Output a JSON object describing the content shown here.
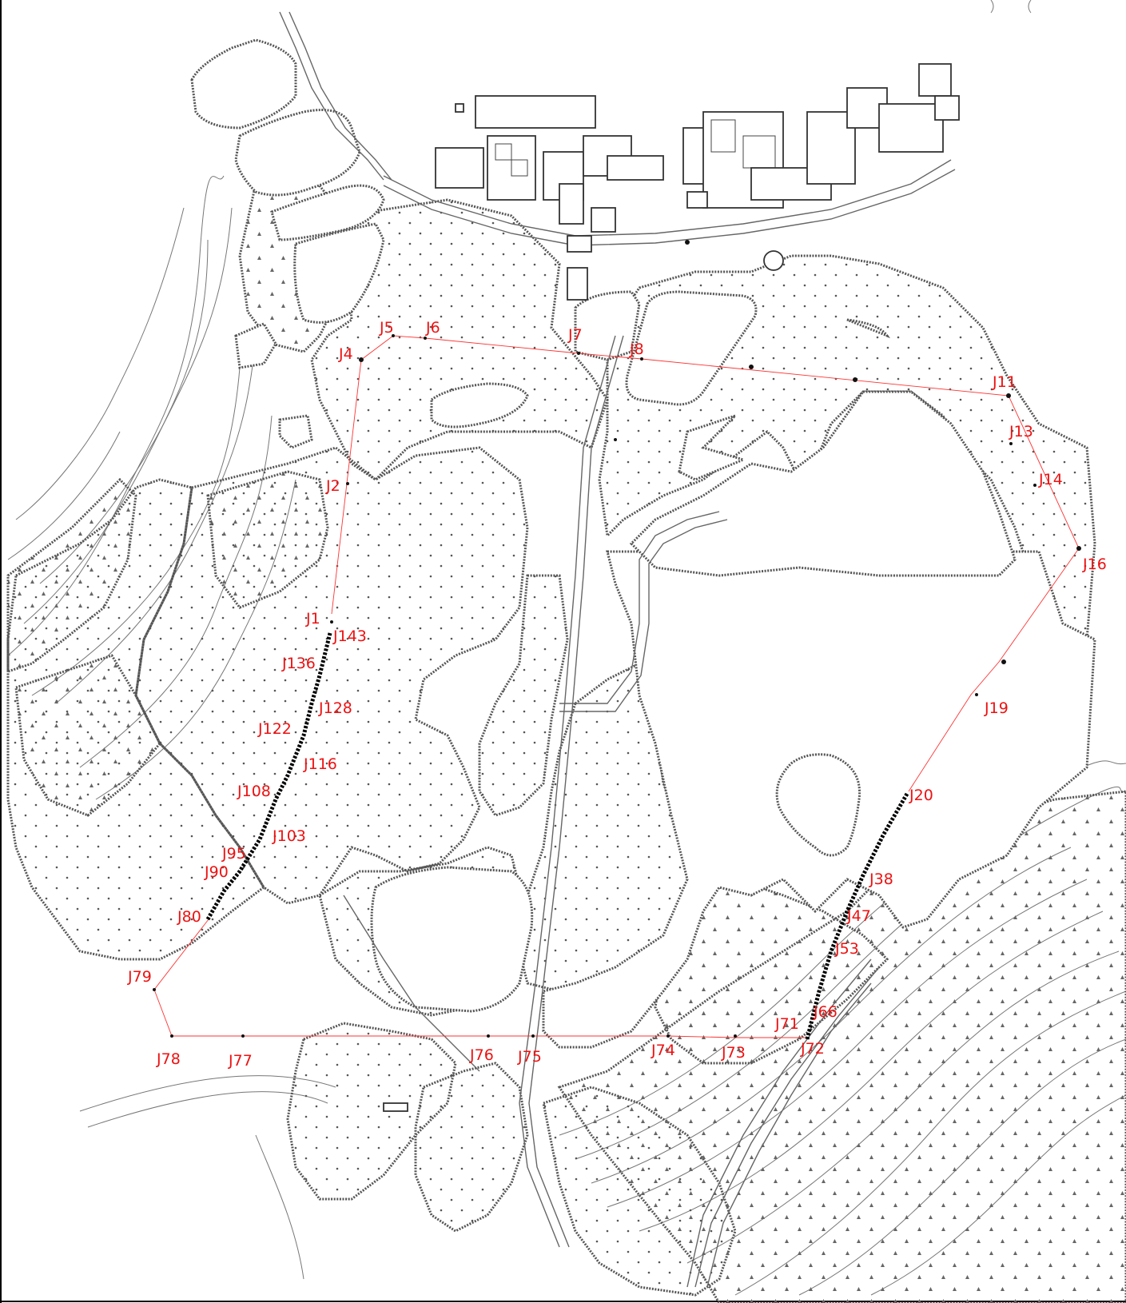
{
  "map": {
    "labels": [
      {
        "id": "J1",
        "text": "J1"
      },
      {
        "id": "J2",
        "text": "J2"
      },
      {
        "id": "J4",
        "text": "J4"
      },
      {
        "id": "J5",
        "text": "J5"
      },
      {
        "id": "J6",
        "text": "J6"
      },
      {
        "id": "J7",
        "text": "J7"
      },
      {
        "id": "J8",
        "text": "J8"
      },
      {
        "id": "J11",
        "text": "J11"
      },
      {
        "id": "J13",
        "text": "J13"
      },
      {
        "id": "J14",
        "text": "J14"
      },
      {
        "id": "J16",
        "text": "J16"
      },
      {
        "id": "J19",
        "text": "J19"
      },
      {
        "id": "J20",
        "text": "J20"
      },
      {
        "id": "J38",
        "text": "J38"
      },
      {
        "id": "J47",
        "text": "J47"
      },
      {
        "id": "J53",
        "text": "J53"
      },
      {
        "id": "J66",
        "text": "J66"
      },
      {
        "id": "J71",
        "text": "J71"
      },
      {
        "id": "J72",
        "text": "J72"
      },
      {
        "id": "J73",
        "text": "J73"
      },
      {
        "id": "J74",
        "text": "J74"
      },
      {
        "id": "J75",
        "text": "J75"
      },
      {
        "id": "J76",
        "text": "J76"
      },
      {
        "id": "J77",
        "text": "J77"
      },
      {
        "id": "J78",
        "text": "J78"
      },
      {
        "id": "J79",
        "text": "J79"
      },
      {
        "id": "J80",
        "text": "J80"
      },
      {
        "id": "J90",
        "text": "J90"
      },
      {
        "id": "J95",
        "text": "J95"
      },
      {
        "id": "J103",
        "text": "J103"
      },
      {
        "id": "J108",
        "text": "J108"
      },
      {
        "id": "J116",
        "text": "J116"
      },
      {
        "id": "J122",
        "text": "J122"
      },
      {
        "id": "J128",
        "text": "J128"
      },
      {
        "id": "J136",
        "text": "J136"
      },
      {
        "id": "J143",
        "text": "J143"
      }
    ],
    "colors": {
      "boundary": "#ff3333",
      "label": "#ee1111",
      "line": "#555555"
    }
  }
}
